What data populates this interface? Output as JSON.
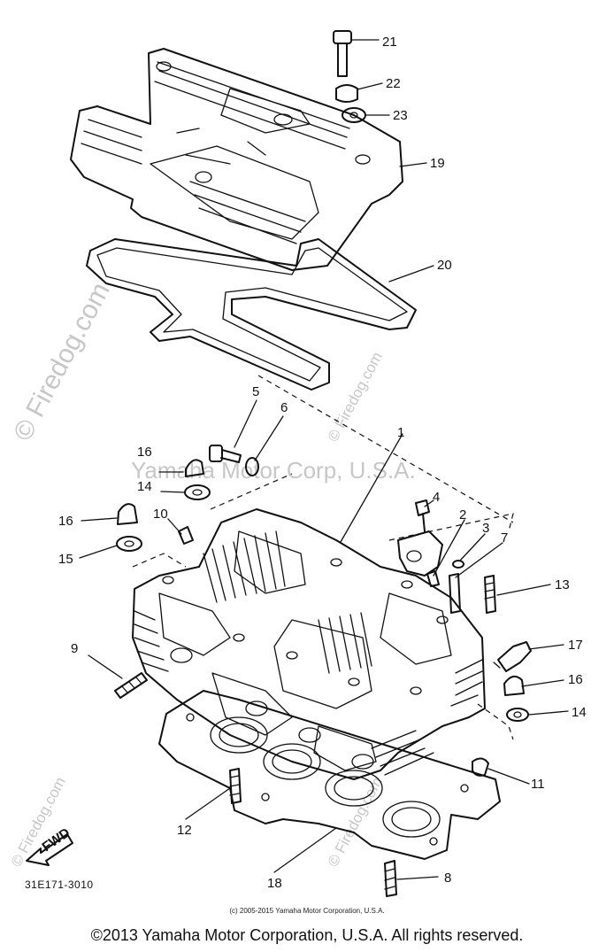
{
  "diagram": {
    "callouts": [
      {
        "id": "c21",
        "label": "21"
      },
      {
        "id": "c22",
        "label": "22"
      },
      {
        "id": "c23",
        "label": "23"
      },
      {
        "id": "c19",
        "label": "19"
      },
      {
        "id": "c20",
        "label": "20"
      },
      {
        "id": "c5",
        "label": "5"
      },
      {
        "id": "c6",
        "label": "6"
      },
      {
        "id": "c1",
        "label": "1"
      },
      {
        "id": "c16a",
        "label": "16"
      },
      {
        "id": "c14a",
        "label": "14"
      },
      {
        "id": "c16b",
        "label": "16"
      },
      {
        "id": "c10",
        "label": "10"
      },
      {
        "id": "c15",
        "label": "15"
      },
      {
        "id": "c4",
        "label": "4"
      },
      {
        "id": "c2",
        "label": "2"
      },
      {
        "id": "c3",
        "label": "3"
      },
      {
        "id": "c7",
        "label": "7"
      },
      {
        "id": "c13",
        "label": "13"
      },
      {
        "id": "c9",
        "label": "9"
      },
      {
        "id": "c17",
        "label": "17"
      },
      {
        "id": "c16c",
        "label": "16"
      },
      {
        "id": "c14b",
        "label": "14"
      },
      {
        "id": "c11",
        "label": "11"
      },
      {
        "id": "c12",
        "label": "12"
      },
      {
        "id": "c18",
        "label": "18"
      },
      {
        "id": "c8",
        "label": "8"
      }
    ],
    "fwd_label": "FWD",
    "ref_code": "31E171-3010"
  },
  "watermarks": {
    "firedog": "© Firedog.com",
    "firedog_small": "© Firedog.com",
    "yamaha": "Yamaha Motor Corp, U.S.A."
  },
  "footer": {
    "small_copyright": "(c) 2005-2015 Yamaha Motor Corporation, U.S.A.",
    "main_copyright": "©2013 Yamaha Motor Corporation, U.S.A. All rights reserved."
  }
}
